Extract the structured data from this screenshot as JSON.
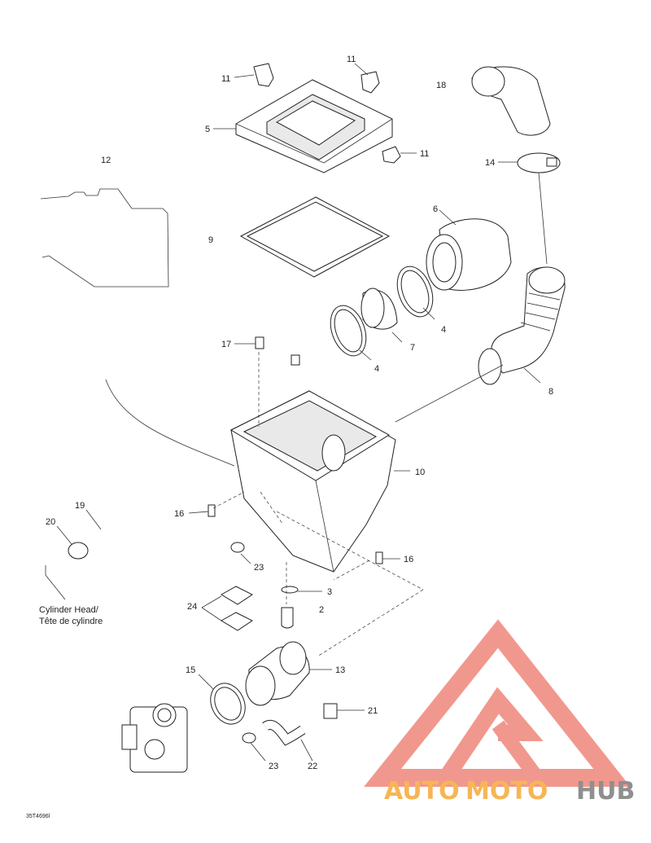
{
  "labels": {
    "l11a": "11",
    "l11b": "11",
    "l11c": "11",
    "l18": "18",
    "l5": "5",
    "l12": "12",
    "l14": "14",
    "l6": "6",
    "l9": "9",
    "l4a": "4",
    "l4b": "4",
    "l7": "7",
    "l17": "17",
    "l8": "8",
    "l10": "10",
    "l16a": "16",
    "l16b": "16",
    "l19": "19",
    "l20": "20",
    "l23a": "23",
    "l23b": "23",
    "l3": "3",
    "l2": "2",
    "l24": "24",
    "l15": "15",
    "l13": "13",
    "l21": "21",
    "l22": "22"
  },
  "caption": {
    "line1": "Cylinder Head/",
    "line2": "Tête de cylindre"
  },
  "drawing_code": "35T4696l",
  "watermark": {
    "auto": "AUTO",
    "moto": "MOTO",
    "hub": "HUB",
    "colors": {
      "red": "#f08d82",
      "orange": "#f6b655",
      "gray": "#8f8f8f"
    }
  }
}
